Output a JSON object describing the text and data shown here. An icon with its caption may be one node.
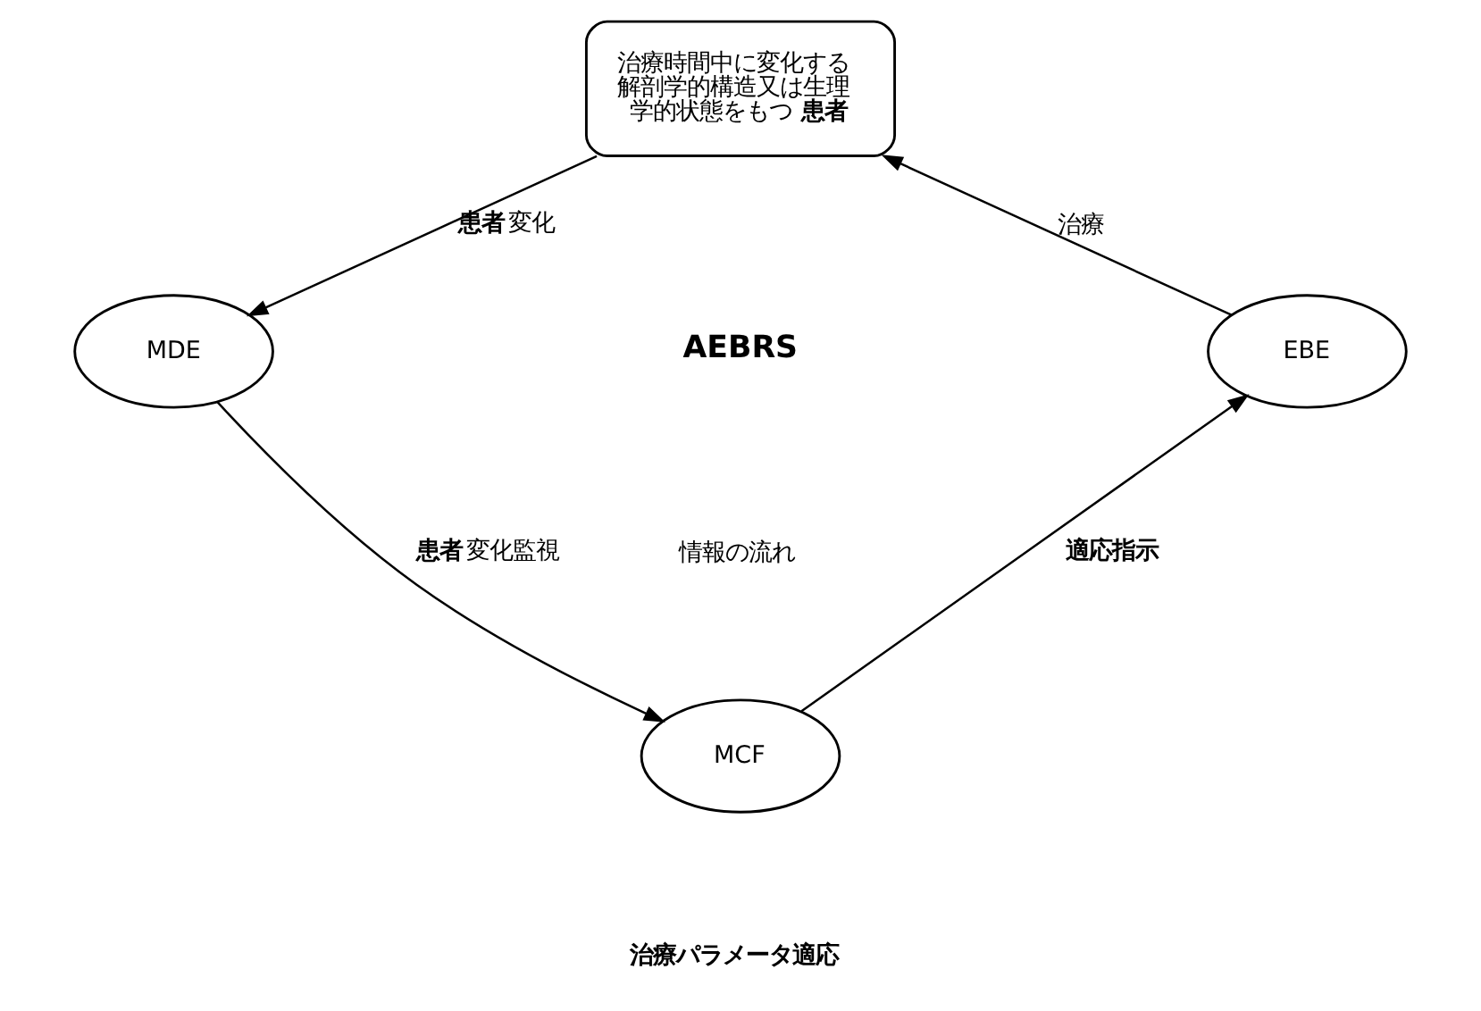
{
  "diagram": {
    "nodes": [
      {
        "text": [
          "治療時間中に変化する解剖学的構造又は生理学的状態をもつ**患者**"
        ]
      },
      {
        "text": [
          "MDE"
        ]
      },
      {
        "text": [
          "MCF"
        ]
      },
      {
        "text": [
          "EBE"
        ]
      }
    ],
    "edges": [
      {
        "from": 0,
        "to": 1,
        "arrow": "to",
        "label": "**患者**変化"
      },
      {
        "from": 1,
        "to": 2,
        "arrow": "to",
        "label": "**患者**変化監視"
      },
      {
        "from": 2,
        "to": 3,
        "arrow": "to",
        "label": "適応指示"
      },
      {
        "from": 3,
        "to": 0,
        "arrow": "to",
        "label": "治療"
      }
    ],
    "labels": [
      "AEBRS",
      "情報の流れ",
      "治療パラメータ適応"
    ]
  }
}
